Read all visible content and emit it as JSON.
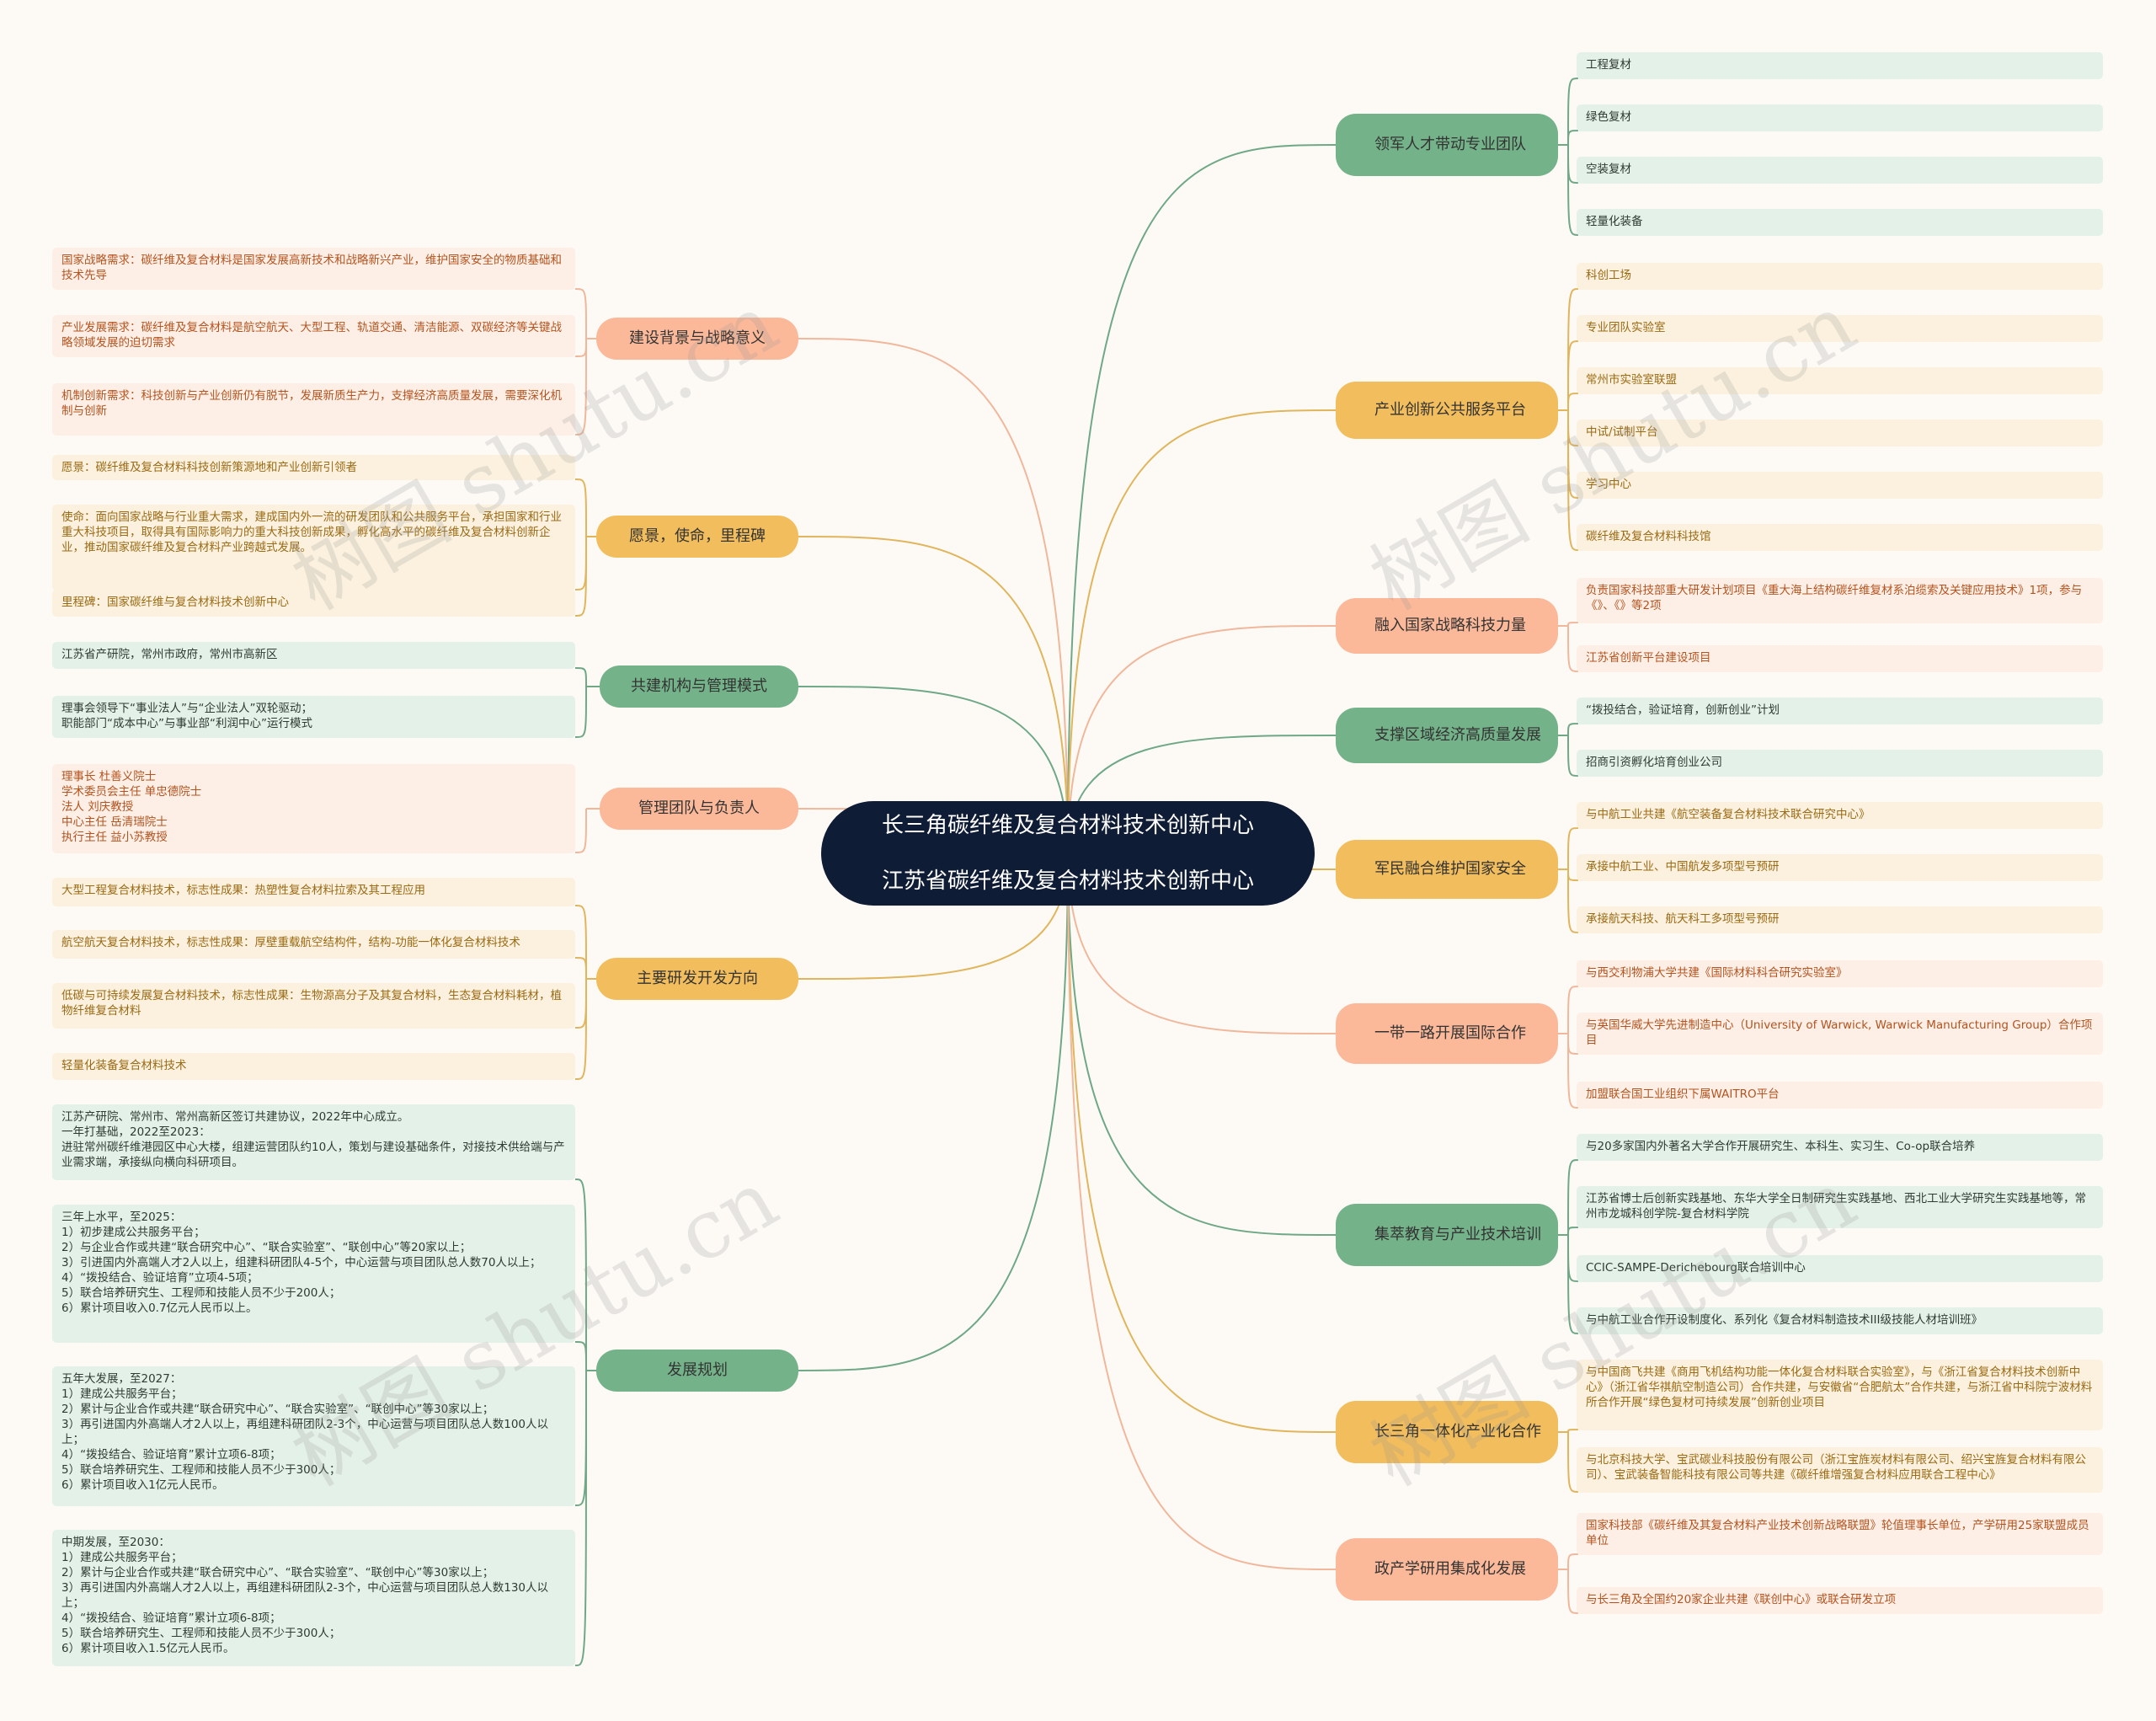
{
  "center": {
    "line1": "长三角碳纤维及复合材料技术创新中心",
    "line2": "江苏省碳纤维及复合材料技术创新中心"
  },
  "watermark": "树图 shutu.cn",
  "colors": {
    "center": "#0f1c35",
    "green": "#74b289",
    "yellow": "#f2bd5c",
    "peach": "#fbb99a",
    "green_leaf": "#e4f1e8",
    "yellow_leaf": "#fcf1de",
    "peach_leaf": "#fdefe6",
    "green_line": "#6fa886",
    "yellow_line": "#e0b55c",
    "peach_line": "#f0b79b"
  },
  "left_branches": [
    {
      "label": "建设背景与战略意义",
      "color": "peach",
      "leaves": [
        "国家战略需求：碳纤维及复合材料是国家发展高新技术和战略新兴产业，维护国家安全的物质基础和技术先导",
        "产业发展需求：碳纤维及复合材料是航空航天、大型工程、轨道交通、清洁能源、双碳经济等关键战略领域发展的迫切需求",
        "机制创新需求：科技创新与产业创新仍有脱节，发展新质生产力，支撑经济高质量发展，需要深化机制与创新"
      ]
    },
    {
      "label": "愿景，使命，里程碑",
      "color": "yellow",
      "leaves": [
        "愿景：碳纤维及复合材料科技创新策源地和产业创新引领者",
        "使命：面向国家战略与行业重大需求，建成国内外一流的研发团队和公共服务平台，承担国家和行业重大科技项目，取得具有国际影响力的重大科技创新成果，孵化高水平的碳纤维及复合材料创新企业，推动国家碳纤维及复合材料产业跨越式发展。",
        "里程碑：国家碳纤维与复合材料技术创新中心"
      ]
    },
    {
      "label": "共建机构与管理模式",
      "color": "green",
      "leaves": [
        "江苏省产研院，常州市政府，常州市高新区",
        "理事会领导下“事业法人”与“企业法人”双轮驱动；\n职能部门“成本中心”与事业部“利润中心”运行模式"
      ]
    },
    {
      "label": "管理团队与负责人",
      "color": "peach",
      "leaves": [
        "理事长 杜善义院士\n学术委员会主任 单忠德院士\n法人 刘庆教授\n中心主任 岳清瑞院士\n执行主任 益小苏教授"
      ]
    },
    {
      "label": "主要研发开发方向",
      "color": "yellow",
      "leaves": [
        "大型工程复合材料技术，标志性成果：热塑性复合材料拉索及其工程应用",
        "航空航天复合材料技术，标志性成果：厚壁重载航空结构件，结构-功能一体化复合材料技术",
        "低碳与可持续发展复合材料技术，标志性成果：生物源高分子及其复合材料，生态复合材料耗材，植物纤维复合材料",
        "轻量化装备复合材料技术"
      ]
    },
    {
      "label": "发展规划",
      "color": "green",
      "leaves": [
        "江苏产研院、常州市、常州高新区签订共建协议，2022年中心成立。\n一年打基础，2022至2023：\n进驻常州碳纤维港园区中心大楼，组建运营团队约10人，策划与建设基础条件，对接技术供给端与产业需求端，承接纵向横向科研项目。",
        "三年上水平，至2025：\n1）初步建成公共服务平台；\n2）与企业合作或共建“联合研究中心”、“联合实验室”、“联创中心”等20家以上；\n3）引进国内外高端人才2人以上，组建科研团队4-5个，中心运营与项目团队总人数70人以上；\n4）“拨投结合、验证培育”立项4-5项；\n5）联合培养研究生、工程师和技能人员不少于200人；\n6）累计项目收入0.7亿元人民币以上。",
        "五年大发展，至2027：\n1）建成公共服务平台；\n2）累计与企业合作或共建“联合研究中心”、“联合实验室”、“联创中心”等30家以上；\n3）再引进国内外高端人才2人以上，再组建科研团队2-3个，中心运营与项目团队总人数100人以上；\n4）“拨投结合、验证培育”累计立项6-8项；\n5）联合培养研究生、工程师和技能人员不少于300人；\n6）累计项目收入1亿元人民币。",
        "中期发展，至2030：\n1）建成公共服务平台；\n2）累计与企业合作或共建“联合研究中心”、“联合实验室”、“联创中心”等30家以上；\n3）再引进国内外高端人才2人以上，再组建科研团队2-3个，中心运营与项目团队总人数130人以上；\n4）“拨投结合、验证培育”累计立项6-8项；\n5）联合培养研究生、工程师和技能人员不少于300人；\n6）累计项目收入1.5亿元人民币。"
      ]
    }
  ],
  "right_branches": [
    {
      "label": "领军人才带动专业团队",
      "color": "green",
      "leaves": [
        "工程复材",
        "绿色复材",
        "空装复材",
        "轻量化装备"
      ]
    },
    {
      "label": "产业创新公共服务平台",
      "color": "yellow",
      "leaves": [
        "科创工场",
        "专业团队实验室",
        "常州市实验室联盟",
        "中试/试制平台",
        "学习中心",
        "碳纤维及复合材料科技馆"
      ]
    },
    {
      "label": "融入国家战略科技力量",
      "color": "peach",
      "leaves": [
        "负责国家科技部重大研发计划项目《重大海上结构碳纤维复材系泊缆索及关键应用技术》1项，参与《》、《》等2项",
        "江苏省创新平台建设项目"
      ]
    },
    {
      "label": "支撑区域经济高质量发展",
      "color": "green",
      "leaves": [
        "“拨投结合，验证培育，创新创业”计划",
        "招商引资孵化培育创业公司"
      ]
    },
    {
      "label": "军民融合维护国家安全",
      "color": "yellow",
      "leaves": [
        "与中航工业共建《航空装备复合材料技术联合研究中心》",
        "承接中航工业、中国航发多项型号预研",
        "承接航天科技、航天科工多项型号预研"
      ]
    },
    {
      "label": "一带一路开展国际合作",
      "color": "peach",
      "leaves": [
        "与西交利物浦大学共建《国际材料科合研究实验室》",
        "与英国华威大学先进制造中心（University of Warwick, Warwick Manufacturing Group）合作项目",
        "加盟联合国工业组织下属WAITRO平台"
      ]
    },
    {
      "label": "集萃教育与产业技术培训",
      "color": "green",
      "leaves": [
        "与20多家国内外著名大学合作开展研究生、本科生、实习生、Co-op联合培养",
        "江苏省博士后创新实践基地、东华大学全日制研究生实践基地、西北工业大学研究生实践基地等，常州市龙城科创学院-复合材料学院",
        "CCIC-SAMPE-Derichebourg联合培训中心",
        "与中航工业合作开设制度化、系列化《复合材料制造技术III级技能人材培训班》"
      ]
    },
    {
      "label": "长三角一体化产业化合作",
      "color": "yellow",
      "leaves": [
        "与中国商飞共建《商用飞机结构功能一体化复合材料联合实验室》，与《浙江省复合材料技术创新中心》（浙江省华祺航空制造公司）合作共建，与安徽省“合肥航太”合作共建，与浙江省中科院宁波材料所合作开展“绿色复材可持续发展”创新创业项目",
        "与北京科技大学、宝武碳业科技股份有限公司（浙江宝旌炭材料有限公司、绍兴宝旌复合材料有限公司）、宝武装备智能科技有限公司等共建《碳纤维增强复合材料应用联合工程中心》"
      ]
    },
    {
      "label": "政产学研用集成化发展",
      "color": "peach",
      "leaves": [
        "国家科技部《碳纤维及其复合材料产业技术创新战略联盟》轮值理事长单位，产学研用25家联盟成员单位",
        "与长三角及全国约20家企业共建《联创中心》或联合研发立项"
      ]
    }
  ]
}
